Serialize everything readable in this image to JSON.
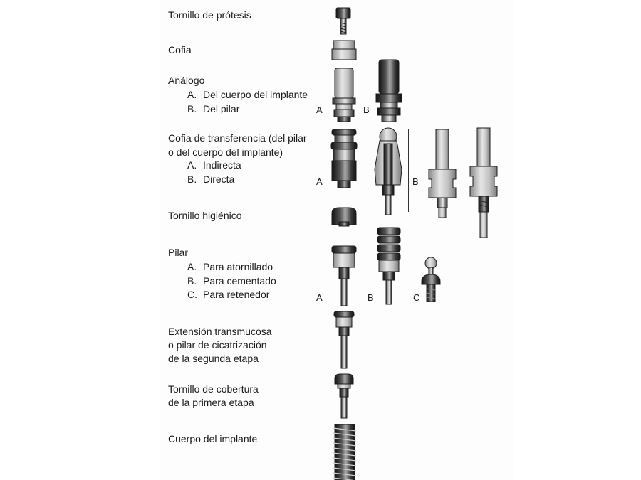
{
  "items": {
    "prosthesis_screw": {
      "label": "Tornillo de prótesis"
    },
    "coping": {
      "label": "Cofia"
    },
    "analog": {
      "label": "Análogo",
      "a": {
        "letter": "A.",
        "text": "Del cuerpo del implante"
      },
      "b": {
        "letter": "B.",
        "text": "Del pilar"
      },
      "tag_a": "A",
      "tag_b": "B"
    },
    "transfer": {
      "label_line1": "Cofia de transferencia (del pilar",
      "label_line2": "o del cuerpo del implante)",
      "a": {
        "letter": "A.",
        "text": "Indirecta"
      },
      "b": {
        "letter": "B.",
        "text": "Directa"
      },
      "tag_a": "A",
      "tag_b": "B"
    },
    "hygiene_screw": {
      "label": "Tornillo higiénico"
    },
    "abutment": {
      "label": "Pilar",
      "a": {
        "letter": "A.",
        "text": "Para atornillado"
      },
      "b": {
        "letter": "B.",
        "text": "Para cementado"
      },
      "c": {
        "letter": "C.",
        "text": "Para retenedor"
      },
      "tag_a": "A",
      "tag_b": "B",
      "tag_c": "C"
    },
    "transmucosal": {
      "line1": "Extensión transmucosa",
      "line2": "o pilar de cicatrización",
      "line3": "de la segunda etapa"
    },
    "cover_screw": {
      "line1": "Tornillo de cobertura",
      "line2": "de la primera etapa"
    },
    "implant_body": {
      "label": "Cuerpo del implante"
    }
  },
  "colors": {
    "metal_dark": "#2b2b2b",
    "metal_mid": "#7a7a7a",
    "metal_light": "#d6d6d6",
    "outline": "#1e1e1e"
  }
}
